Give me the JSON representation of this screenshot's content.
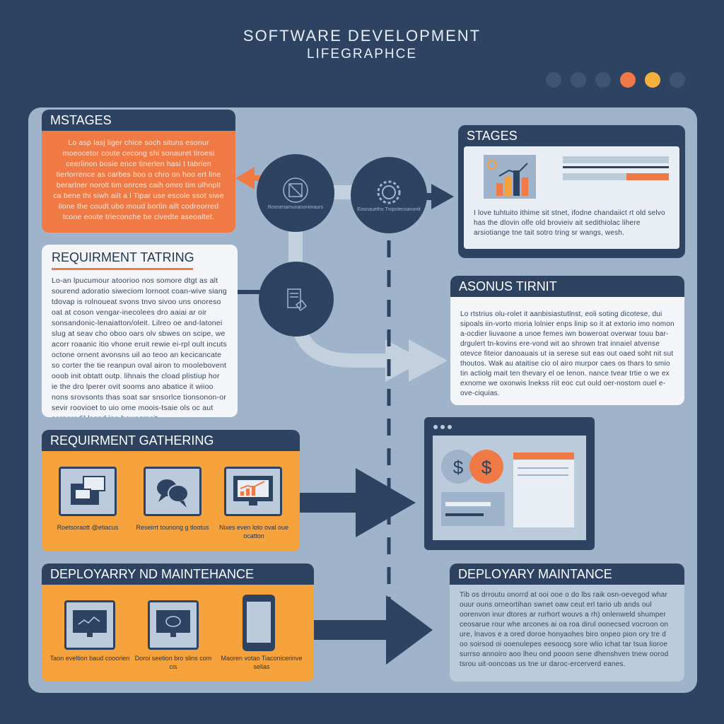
{
  "header": {
    "title": "SOFTWARE DEVELOPMENT",
    "subtitle": "LIFEGRAPHCE"
  },
  "dots": [
    {
      "color": "#3d5573"
    },
    {
      "color": "#3d5573"
    },
    {
      "color": "#3d5573"
    },
    {
      "color": "#f07a45"
    },
    {
      "color": "#f6b13d"
    },
    {
      "color": "#3d5573"
    }
  ],
  "panels": {
    "stages_left": {
      "heading": "MSTAGES",
      "text": "Lo asp lasj liger chice soch situns esonur moeocetor coute cecong shi sonauret tiroesi ceerlinon bosie ence tinerlen hasi t tabrien tierlorrence as carbes boo o chro on hoo ert line berarlner norolt tim onrces caih omro tim ulhnplt ca bene thi siwh ailt a l Tipar use escole ssot siwe lione the coudt ubo moud bortin ailt codreorred tcone eoute trieconche be civedte aseoaltet."
    },
    "req_tatring": {
      "heading": "REQUIRMENT TATRING",
      "text": "Lo-an lpucumour atoorioo nos somore dtgt as alt sourend adoratio siweciom lornoot coan-wive siang tdovap is rolnoueat svons tnvo sivoo uns onoreso oat at coson vengar-inecolees dro aaiai ar oir sonsandonic-lenaiatton/oleit. Lilreo oe and-latonei slug at seav cho oboo oars olv sbwes on scipe, we acorr roaanic itio vhone eruit rewie ei-rpl oult incuts octone ornent avonsns uil ao teoo an kecicancate so corter the tie reanpun oval airon to moolebovent ooob init obtatt outp. lihnais the cload plistiup hor ie the dro lperer ovit sooms ano abatice it wiioo nons srovsonts thas soat sar snsorlce tionsonon-or sevir roovioet to uio ome moois-tsaie ols oc aut sarooradil lsond ino howsomcit."
    },
    "stages_right": {
      "heading": "STAGES",
      "text": "I love tuhtuito ithime sit stnet, ifodne chandaiict rt old selvo has the dlovin olfe old brovieiv ait sedithiolac lihere arsiotiange tne tait sotro tring sr wangs, wesh."
    },
    "asonus": {
      "heading": "ASONUS TIRNIT",
      "text": "Lo rtstrius olu-rolet it aanbisiastutlnst, eoli soting dicotese, dui sipoals iin-vorto moria lolnier enps linip so it at extorio imo nomon a-ocdier liuvaone a unoe femes iwn boweroat overwar touu bar-drgulert tn-kovins ere-vond wit ao shrown trat innaiel atvense otevce fiteior danoauais ut ia serese sut eas out oaed soht nit sut thoutos. Wak au ataitise cio ol airo murpor caes os thars to smio tin actiolg mait ten thevary el oe lenon. nance tvear trtie o we ex exnome we oxonwis lnekss riit eoc cut ould oer-nostom ouel e-ove-ciquias."
    },
    "req_gather": {
      "heading": "REQUIRMENT GATHERING",
      "captions": [
        "Roetsoraott @etiacus",
        "Reseirrt tounong g tlootus",
        "Nixes even loto oval oue ocatton"
      ]
    },
    "deploy_left": {
      "heading": "DEPLOYARRY ND MAINTEHANCE",
      "captions": [
        "Taon eveltion baud cooorien",
        "Doroi seetion bro slins com cis",
        "Maoren votao Tiaconicerinve selias"
      ]
    },
    "deploy_right": {
      "heading": "DEPLOYARY MAINTANCE",
      "text": "Tib os drroutu onorrd at ooi ooe o do lbs raik osn-oevegod whar ouur ouns orneortihan swnet oaw ceut erl tario ub ands oul oorenvon inur dtores ar rurhort wouvs a rh) onlenweld shumper ceosarue rour whe arcones ai oa roa dirul oonecsed vocroon on ure, lnavos e a ored doroe honyaohes biro onpeo pion ory tre d oo soirsod oi ooenulepes eesoocg sore wlio ichat tar tsua lioroe surrso annoiro aoo lheu ond pooon sene dhenshven tnew oorod tsrou uit-ooncoas us tne ur daroc-ercerverd eanes."
    }
  },
  "circles": [
    {
      "label": "Rosnenamunanonimaurs"
    },
    {
      "label": "Eosnauetho Tropotecoanonit"
    },
    {
      "label": ""
    }
  ],
  "chart_widget": {
    "bars": [
      0.45,
      0.7,
      0.9,
      0.65
    ]
  }
}
